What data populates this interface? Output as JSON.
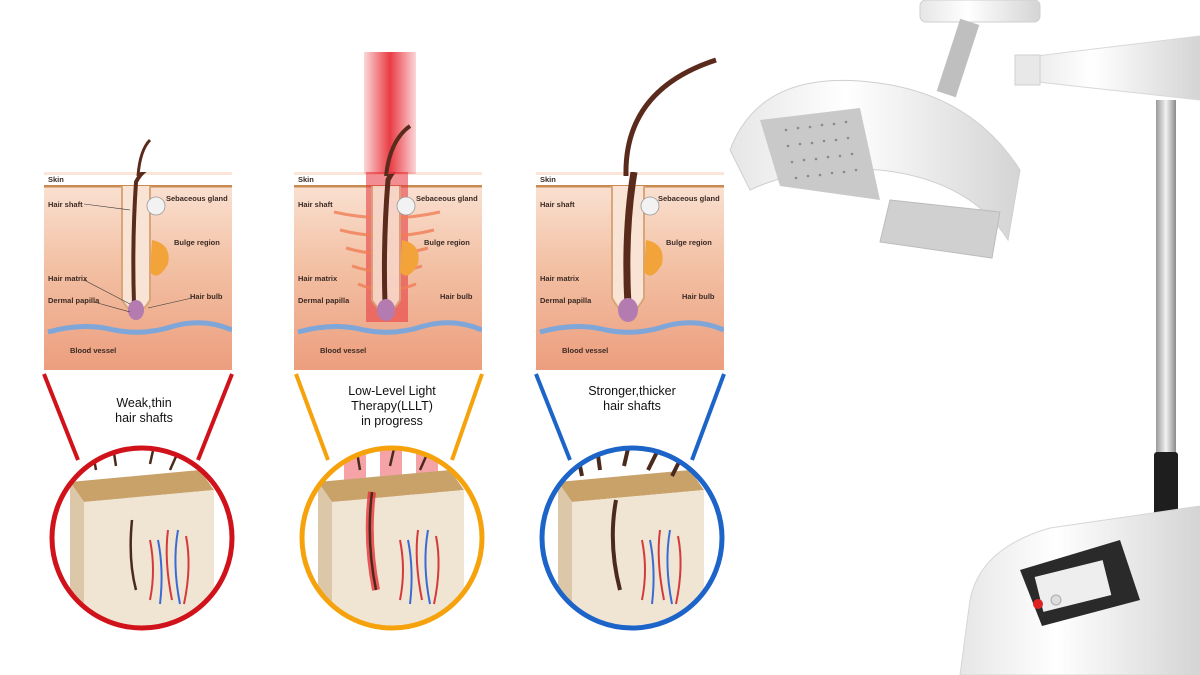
{
  "labels": {
    "skin": "Skin",
    "hair_shaft": "Hair shaft",
    "sebaceous_gland": "Sebaceous gland",
    "bulge_region": "Bulge region",
    "hair_matrix": "Hair matrix",
    "hair_bulb": "Hair bulb",
    "dermal_papilla": "Dermal papilla",
    "blood_vessel": "Blood vessel"
  },
  "stages": [
    {
      "caption_line1": "Weak,thin",
      "caption_line2": "hair shafts",
      "caption_line3": "",
      "ring_color": "#d0121b"
    },
    {
      "caption_line1": "Low-Level Light",
      "caption_line2": "Therapy(LLLT)",
      "caption_line3": "in progress",
      "ring_color": "#f5a20c"
    },
    {
      "caption_line1": "Stronger,thicker",
      "caption_line2": "hair shafts",
      "caption_line3": "",
      "ring_color": "#1c64c8"
    }
  ],
  "colors": {
    "laser_red": "#e8323a",
    "hair_brown": "#5a2b1c",
    "vessel_blue": "#7fa6d8",
    "gland_orange": "#f2a43a"
  }
}
